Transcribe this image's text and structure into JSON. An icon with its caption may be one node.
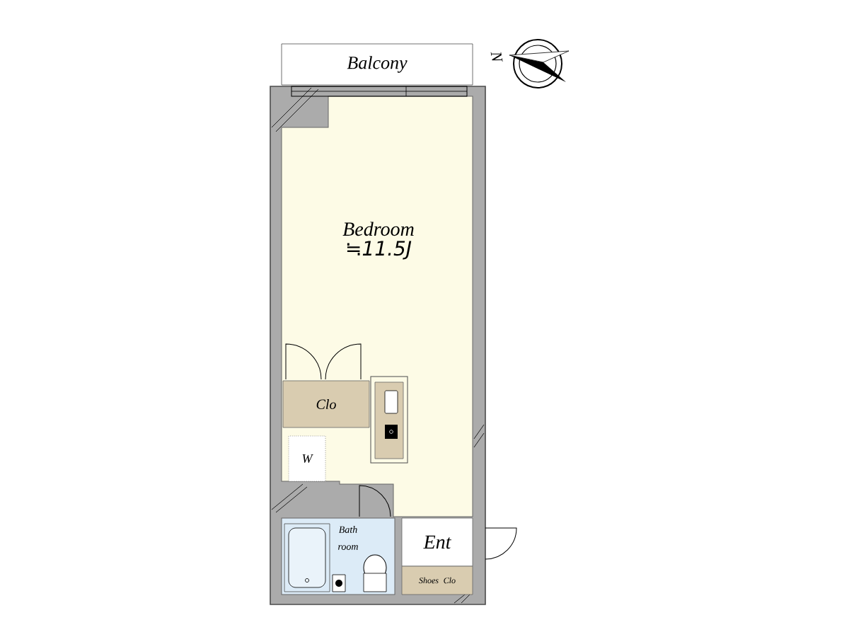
{
  "diagram": {
    "nodes": [
      {
        "text": [
          "Balcony"
        ]
      },
      {
        "text": [
          "Bedroom",
          "≒11.5J"
        ]
      },
      {
        "text": [
          "Clo"
        ]
      },
      {
        "text": [
          "W"
        ]
      },
      {
        "text": [
          "Bath room"
        ]
      },
      {
        "text": [
          "Ent"
        ]
      },
      {
        "text": [
          "Shoes Clo"
        ]
      }
    ],
    "labels": [
      "N"
    ]
  }
}
